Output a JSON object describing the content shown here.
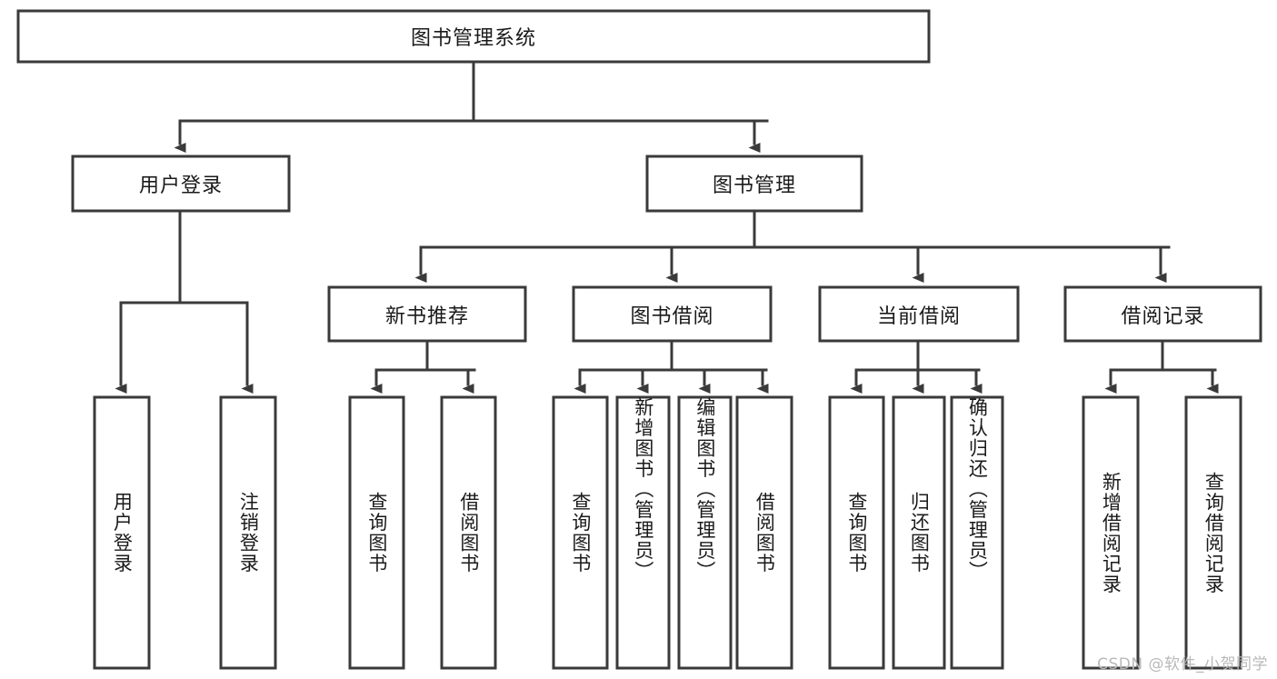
{
  "diagram": {
    "title": "图书管理系统",
    "type": "hierarchy-tree",
    "watermark": "CSDN @软件_小贺同学",
    "colors": {
      "box_stroke": "#3a3a3a",
      "box_fill": "#ffffff",
      "text": "#1a1a1a",
      "watermark": "#b9b9b9",
      "background": "#ffffff"
    },
    "levels": {
      "root": {
        "label": "图书管理系统"
      },
      "level2": [
        {
          "label": "用户登录"
        },
        {
          "label": "图书管理"
        }
      ],
      "level3": [
        {
          "label": "新书推荐"
        },
        {
          "label": "图书借阅"
        },
        {
          "label": "当前借阅"
        },
        {
          "label": "借阅记录"
        }
      ]
    },
    "leaves": {
      "user_login": [
        {
          "label": "用户登录"
        },
        {
          "label": "注销登录"
        }
      ],
      "new_book_recommend": [
        {
          "label": "查询图书"
        },
        {
          "label": "借阅图书"
        }
      ],
      "book_borrow": [
        {
          "label": "查询图书"
        },
        {
          "label": "新增图书（管理员）"
        },
        {
          "label": "编辑图书（管理员）"
        },
        {
          "label": "借阅图书"
        }
      ],
      "current_borrow": [
        {
          "label": "查询图书"
        },
        {
          "label": "归还图书"
        },
        {
          "label": "确认归还（管理员）"
        }
      ],
      "borrow_record": [
        {
          "label": "新增借阅记录"
        },
        {
          "label": "查询借阅记录"
        }
      ]
    }
  }
}
